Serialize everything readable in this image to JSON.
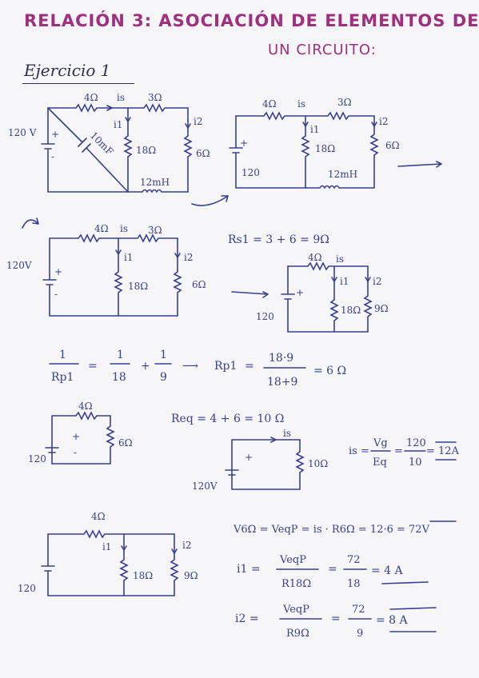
{
  "header": {
    "title_line1": "RELACIÓN 3: ASOCIACIÓN DE ELEMENTOS DE",
    "title_line2": "UN CIRCUITO:",
    "exercise_label": "Ejercicio 1"
  },
  "circuit1": {
    "r1": "4Ω",
    "r2": "3Ω",
    "is": "is",
    "i1": "i1",
    "i2": "i2",
    "source": "120 V",
    "plus": "+",
    "minus": "-",
    "cap": "10mF",
    "r3": "18Ω",
    "r4": "6Ω",
    "ind": "12mH"
  },
  "circuit2": {
    "r1": "4Ω",
    "r2": "3Ω",
    "is": "is",
    "i1": "i1",
    "i2": "i2",
    "source": "120",
    "plus": "+",
    "r3": "18Ω",
    "r4": "6Ω",
    "ind": "12mH"
  },
  "circuit3": {
    "r1": "4Ω",
    "r2": "3Ω",
    "is": "is",
    "i1": "i1",
    "i2": "i2",
    "source": "120V",
    "plus": "+",
    "minus": "-",
    "r3": "18Ω",
    "r4": "6Ω"
  },
  "eq_rs1": "Rs1 = 3 + 6 = 9Ω",
  "circuit4": {
    "r1": "4Ω",
    "is": "is",
    "i1": "i1",
    "i2": "i2",
    "source": "120",
    "plus": "+",
    "r3": "18Ω",
    "r4": "9Ω"
  },
  "eq_rp1": {
    "lhs_num": "1",
    "lhs_den": "Rp1",
    "eq": "=",
    "t1_num": "1",
    "t1_den": "18",
    "plus": "+",
    "t2_num": "1",
    "t2_den": "9",
    "arrow": "⟶",
    "rp1": "Rp1",
    "eq2": "=",
    "r_num": "18·9",
    "r_den": "18+9",
    "result": "= 6 Ω"
  },
  "circuit5": {
    "r1": "4Ω",
    "source": "120",
    "plus": "+",
    "minus": "-",
    "r2": "6Ω"
  },
  "eq_req": "Req = 4 + 6 = 10 Ω",
  "circuit6": {
    "is": "is",
    "source": "120V",
    "plus": "+",
    "r": "10Ω"
  },
  "eq_is": {
    "is": "is =",
    "num": "Vg",
    "den": "Eq",
    "eq": "=",
    "num2": "120",
    "den2": "10",
    "result": "= 12A"
  },
  "circuit7": {
    "r1": "4Ω",
    "i1": "i1",
    "i2": "i2",
    "source": "120",
    "r3": "18Ω",
    "r4": "9Ω"
  },
  "eq_v6": "V6Ω = VeqP = is · R6Ω = 12·6 = 72V",
  "eq_i1": {
    "lhs": "i1 =",
    "num": "VeqP",
    "den": "R18Ω",
    "eq": "=",
    "num2": "72",
    "den2": "18",
    "result": "= 4 A"
  },
  "eq_i2": {
    "lhs": "i2 =",
    "num": "VeqP",
    "den": "R9Ω",
    "eq": "=",
    "num2": "72",
    "den2": "9",
    "result": "= 8 A"
  }
}
